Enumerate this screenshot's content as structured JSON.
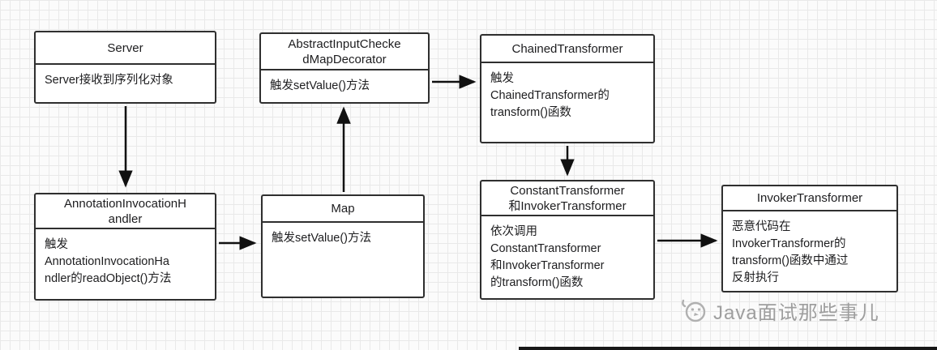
{
  "diagram": {
    "nodes": {
      "server": {
        "title": "Server",
        "body": "Server接收到序列化对象"
      },
      "decorator": {
        "title": "AbstractInputChecke\ndMapDecorator",
        "body": "触发setValue()方法"
      },
      "chained": {
        "title": "ChainedTransformer",
        "body": "触发\nChainedTransformer的\ntransform()函数"
      },
      "handler": {
        "title": "AnnotationInvocationH\nandler",
        "body": "触发\nAnnotationInvocationHa\nndler的readObject()方法"
      },
      "map": {
        "title": "Map",
        "body": "触发setValue()方法"
      },
      "constant": {
        "title": "ConstantTransformer\n和InvokerTransformer",
        "body": "依次调用\nConstantTransformer\n和InvokerTransformer\n的transform()函数"
      },
      "invoker": {
        "title": "InvokerTransformer",
        "body": "恶意代码在\nInvokerTransformer的\ntransform()函数中通过\n反射执行"
      }
    },
    "watermark": {
      "text": "Java面试那些事儿"
    },
    "colors": {
      "node_border": "#2f2f2f",
      "arrow": "#111111",
      "watermark": "#9e9e9e",
      "grid_line": "#e9e9e9"
    }
  }
}
